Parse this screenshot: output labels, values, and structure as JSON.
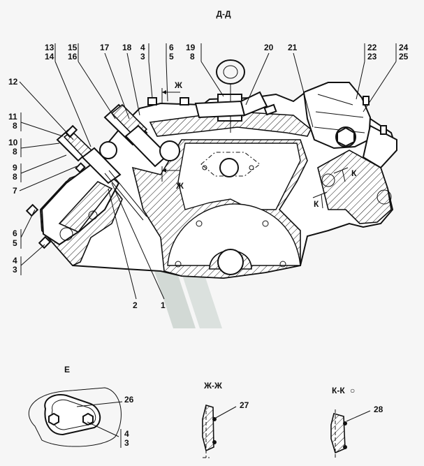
{
  "titles": {
    "main_section": "Д-Д",
    "view_e": "Е",
    "section_zh": "Ж-Ж",
    "section_k": "К-К",
    "section_k_mark": "○"
  },
  "cut_marks": {
    "zh_top": "Ж",
    "zh_bottom": "Ж",
    "k_right": "К",
    "k_left": "К"
  },
  "callouts": {
    "c13": "13",
    "c14": "14",
    "c15": "15",
    "c16": "16",
    "c17": "17",
    "c18": "18",
    "c4a": "4",
    "c3a": "3",
    "c6a": "6",
    "c5a": "5",
    "c19": "19",
    "c8a": "8",
    "c20": "20",
    "c21": "21",
    "c22": "22",
    "c23": "23",
    "c24": "24",
    "c25": "25",
    "c12": "12",
    "c11": "11",
    "c8b": "8",
    "c10": "10",
    "c8c": "8",
    "c9": "9",
    "c8d": "8",
    "c7": "7",
    "c6b": "6",
    "c5b": "5",
    "c4b": "4",
    "c3b": "3",
    "c2": "2",
    "c1": "1",
    "c26": "26",
    "c4c": "4",
    "c3c": "3",
    "c27": "27",
    "c28": "28"
  },
  "colors": {
    "line": "#111111",
    "watermark": "#cfd6d2",
    "background": "#f6f6f6"
  }
}
